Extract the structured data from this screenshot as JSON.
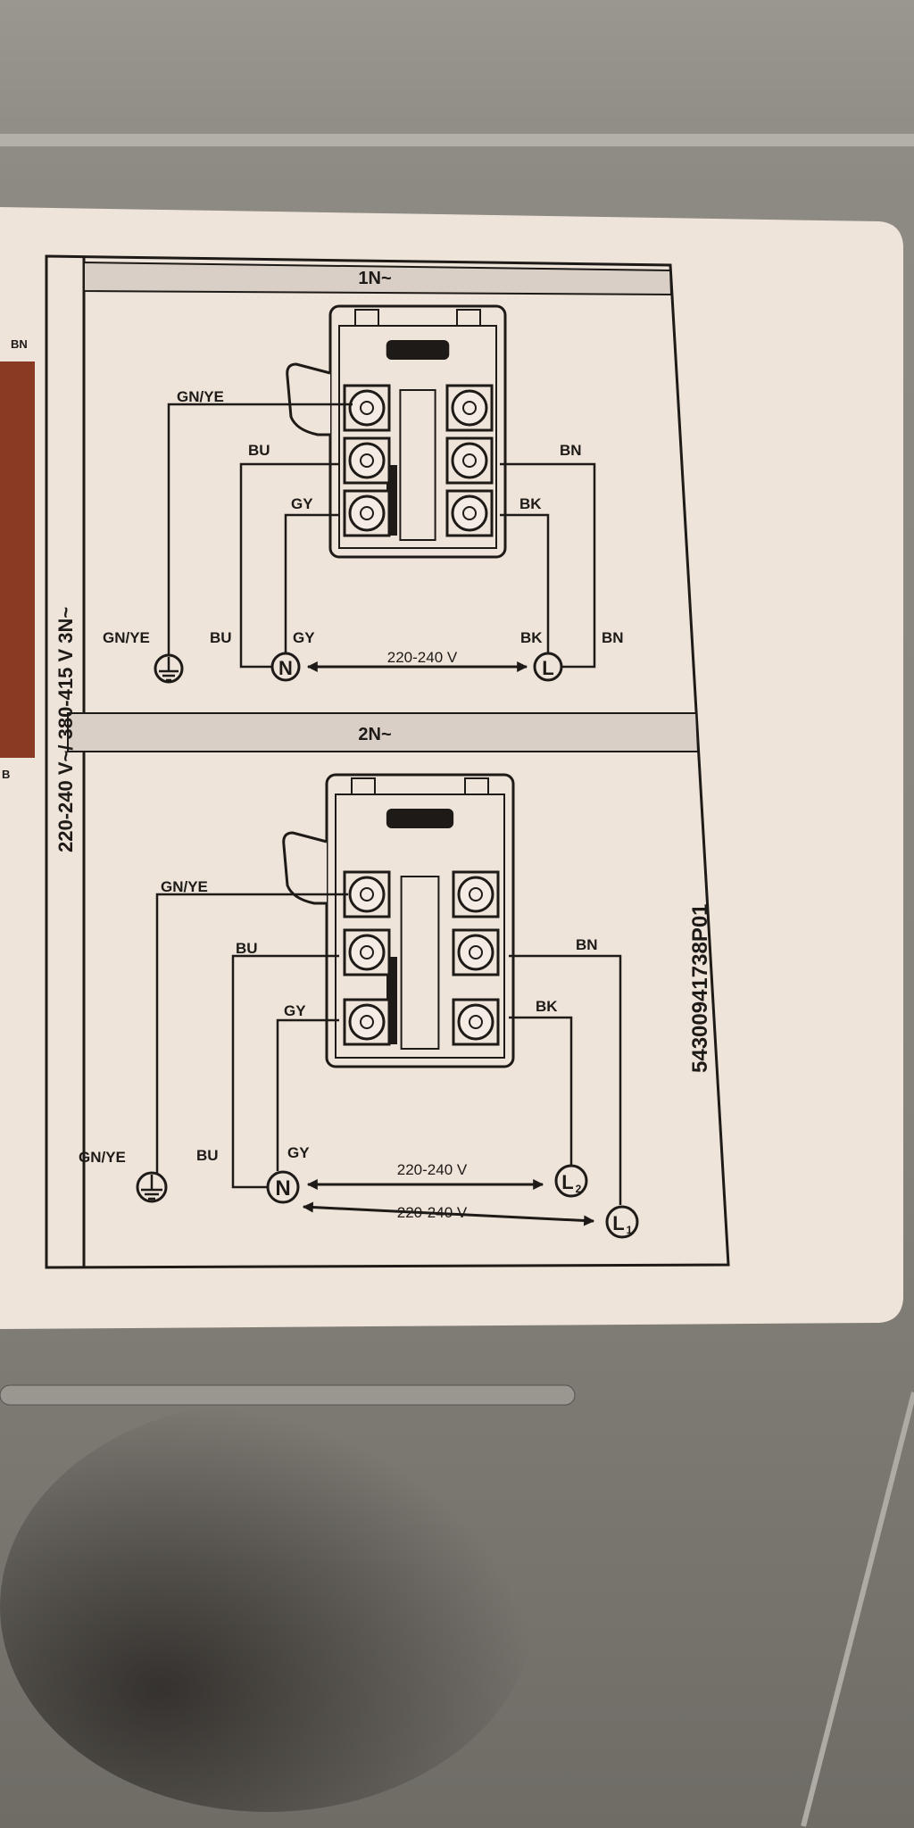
{
  "label": {
    "voltage_rating": "220-240 V~/ 380-415 V 3N~",
    "serial_number": "54300941738P01",
    "edge_labels": [
      "BN",
      "B"
    ]
  },
  "sections": [
    {
      "title": "1N~",
      "wire_labels_top": {
        "earth": "GN/YE",
        "blue": "BU",
        "grey": "GY",
        "brown": "BN",
        "black": "BK"
      },
      "wire_labels_bottom": {
        "earth": "GN/YE",
        "blue": "BU",
        "grey": "GY",
        "black": "BK",
        "brown": "BN"
      },
      "terminals": {
        "neutral": "N",
        "line": "L"
      },
      "voltages": [
        "220-240 V"
      ]
    },
    {
      "title": "2N~",
      "wire_labels_top": {
        "earth": "GN/YE",
        "blue": "BU",
        "grey": "GY",
        "brown": "BN",
        "black": "BK"
      },
      "wire_labels_bottom": {
        "earth": "GN/YE",
        "blue": "BU",
        "grey": "GY"
      },
      "terminals": {
        "neutral": "N",
        "line2": "L",
        "line2_sub": "2",
        "line1": "L",
        "line1_sub": "1"
      },
      "voltages": [
        "220-240 V",
        "220-240 V"
      ]
    }
  ],
  "colors": {
    "paper": "#efe4da",
    "ink": "#1d1a17",
    "band": "#d9cfc6",
    "metal": "#8d8a83",
    "edge_strip": "#8a3a22"
  }
}
